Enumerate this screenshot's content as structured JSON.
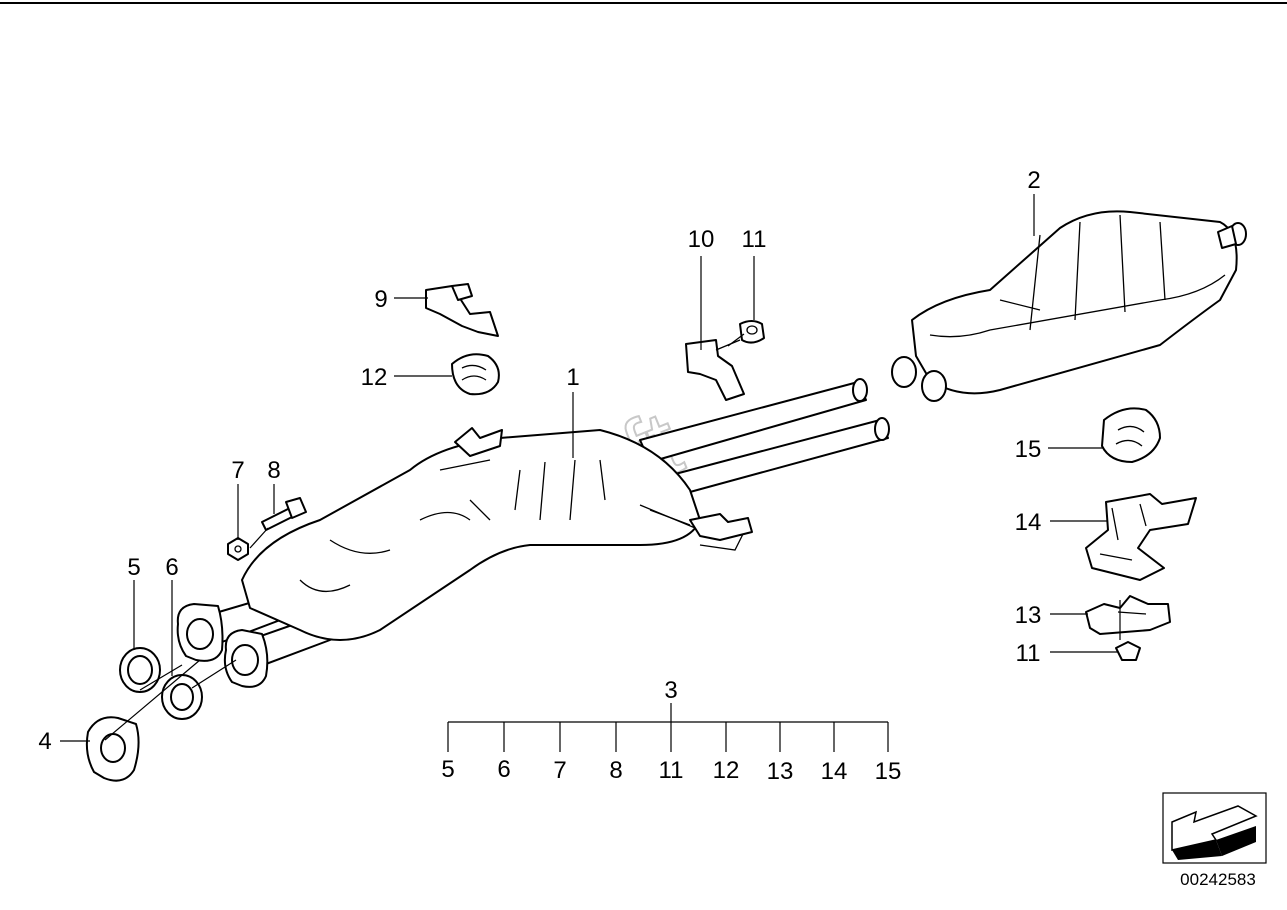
{
  "watermark": "AutoSoft",
  "diagram_id": "00242583",
  "callouts": {
    "c1": "1",
    "c2": "2",
    "c3": "3",
    "c4": "4",
    "c5": "5",
    "c6": "6",
    "c7": "7",
    "c8": "8",
    "c9": "9",
    "c10": "10",
    "c11a": "11",
    "c12": "12",
    "c15": "15",
    "c14": "14",
    "c13": "13",
    "c11b": "11"
  },
  "set_contents": [
    "5",
    "6",
    "7",
    "8",
    "11",
    "12",
    "13",
    "14",
    "15"
  ]
}
